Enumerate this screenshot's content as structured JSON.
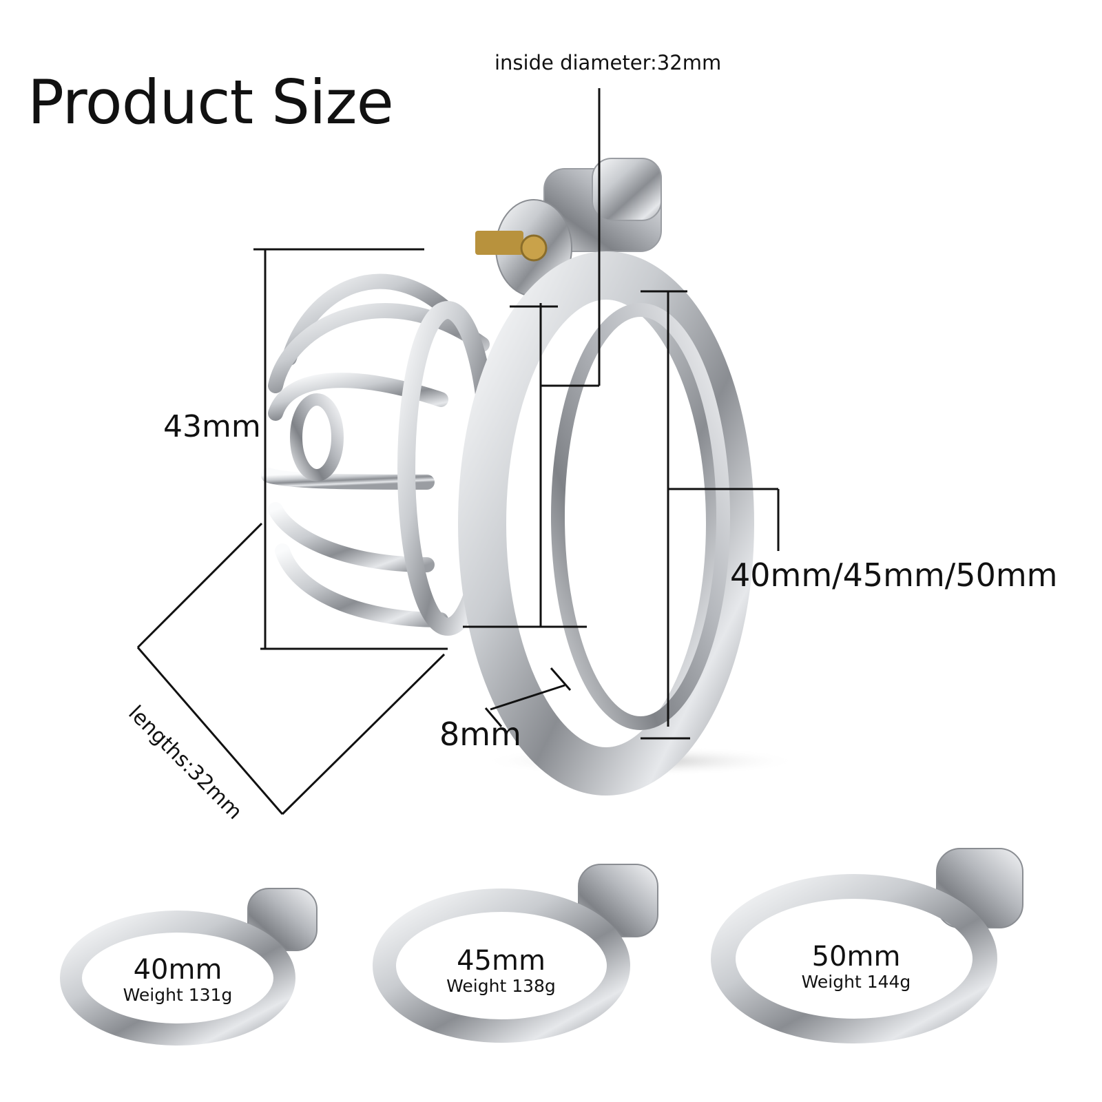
{
  "title": "Product Size",
  "dimensions": {
    "inside_diameter": "inside diameter:32mm",
    "height": "43mm",
    "ring_sizes": "40mm/45mm/50mm",
    "ring_thickness": "8mm",
    "length": "lengths:32mm"
  },
  "rings": [
    {
      "size": "40mm",
      "weight": "Weight 131g"
    },
    {
      "size": "45mm",
      "weight": "Weight 138g"
    },
    {
      "size": "50mm",
      "weight": "Weight 144g"
    }
  ],
  "colors": {
    "metal_light": "#f2f3f5",
    "metal_dark": "#8a8d92",
    "brass": "#c9a24a",
    "line": "#111111"
  }
}
